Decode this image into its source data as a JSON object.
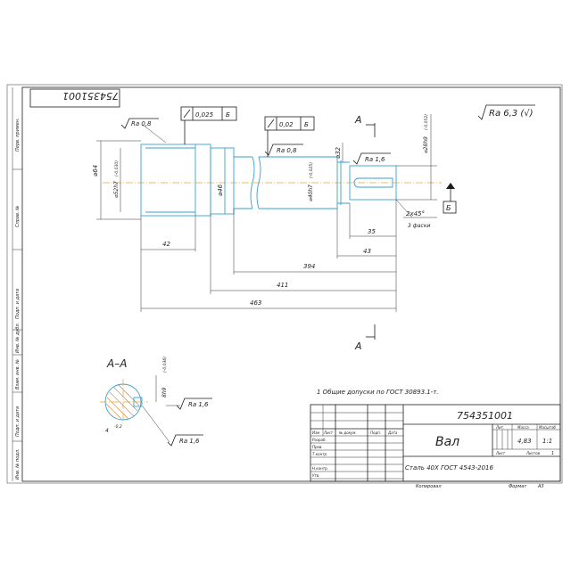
{
  "drawing": {
    "doc_number": "754351001",
    "doc_number_rotated": "754351001",
    "part_name": "Вал",
    "material": "Сталь 40Х  ГОСТ 4543-2016",
    "general_note": "1 Общие допуски по ГОСТ 30893.1-т.",
    "roughness_general": "Ra 6,3 (√)",
    "copied_label": "Копировал",
    "format_label": "Формат",
    "format_value": "А3"
  },
  "side_strip": {
    "labels": [
      "Перв. примен.",
      "Справ. №",
      "Подп. и дата",
      "Инв. № дубл.",
      "Взам. инв. №",
      "Подп. и дата",
      "Инв. № подл."
    ]
  },
  "title_block": {
    "col_headers": [
      "Изм",
      "Лист",
      "№ докум.",
      "Подп.",
      "Дата"
    ],
    "row_labels": [
      "Разраб.",
      "Пров.",
      "Т.контр.",
      "Н.контр.",
      "Утв."
    ],
    "lit_label": "Лит.",
    "mass_label": "Масса",
    "scale_label": "Масштаб",
    "mass_value": "4,83",
    "scale_value": "1:1",
    "sheet_label": "Лист",
    "sheets_label": "Листов",
    "sheets_value": "1"
  },
  "dimensions": {
    "d64": "⌀64",
    "d52": "⌀52h7",
    "d52_tol": "(-0,030)",
    "d46": "⌀46",
    "d40": "⌀40h7",
    "d40_tol": "(-0,025)",
    "d32": "⌀32",
    "d28": "⌀28h9",
    "d28_tol": "(-0,052)",
    "l42": "42",
    "l394": "394",
    "l411": "411",
    "l463": "463",
    "l35": "35",
    "l43": "43",
    "chamfer": "2х45°",
    "chamfer_note": "3 фаски",
    "key_depth": "8h9",
    "key_depth_tol": "(-0,036)",
    "key_width": "4",
    "key_width_tol": "-0,2"
  },
  "tolerances": {
    "runout1_value": "0,025",
    "runout1_datum": "Б",
    "runout2_value": "0,02",
    "runout2_datum": "Б",
    "datum_letter": "Б"
  },
  "roughness": {
    "ra08_a": "Ra 0,8",
    "ra08_b": "Ra 0,8",
    "ra16_a": "Ra 1,6",
    "ra16_b": "Ra 1,6",
    "ra16_c": "Ra 1,6"
  },
  "section": {
    "title": "А–А",
    "marker_top": "А",
    "marker_bottom": "А"
  }
}
